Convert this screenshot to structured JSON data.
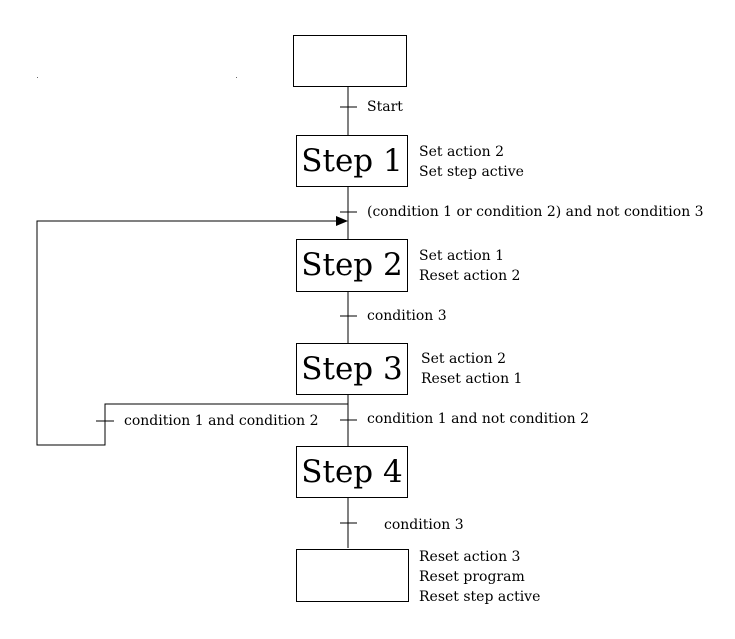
{
  "diagram": {
    "steps": [
      {
        "id": "init",
        "label": "",
        "actions": []
      },
      {
        "id": "step-1",
        "label": "Step 1",
        "actions": [
          "Set action 2",
          "Set step active"
        ]
      },
      {
        "id": "step-2",
        "label": "Step 2",
        "actions": [
          "Set action 1",
          "Reset action 2"
        ]
      },
      {
        "id": "step-3",
        "label": "Step 3",
        "actions": [
          "Set action 2",
          "Reset action 1"
        ]
      },
      {
        "id": "step-4",
        "label": "Step 4",
        "actions": []
      },
      {
        "id": "final",
        "label": "",
        "actions": [
          "Reset action 3",
          "Reset program",
          "Reset step active"
        ]
      }
    ],
    "transitions": {
      "start": "Start",
      "t1_to_2": "(condition 1 or condition 2) and not condition 3",
      "t2_to_3": "condition 3",
      "t3_to_4": "condition 1  and  not condition 2",
      "t3_loop": "condition 1 and condition 2",
      "t4_to_final": "condition 3"
    }
  }
}
